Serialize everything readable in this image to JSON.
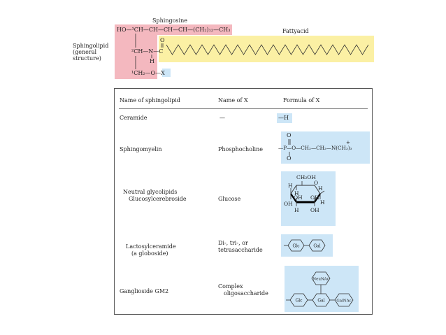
{
  "structure": {
    "side_label_lines": [
      "Sphingolipid",
      "(general",
      "structure)"
    ],
    "sphingosine_label": "Sphingosine",
    "fattyacid_label": "Fattyacid",
    "chain_text": "HO—³CH—CH—CH—CH—(CH₂)₁₂—CH₃",
    "amide_text": "²CH—N—C",
    "h_text": "H",
    "o_text": "O",
    "c1_text": "¹CH₂—O—X"
  },
  "table": {
    "headers": [
      "Name of sphingolipid",
      "Name of X",
      "Formula of X"
    ],
    "rows": [
      {
        "name": "Ceramide",
        "x_name": "—",
        "formula": "—H"
      },
      {
        "name": "Sphingomyelin",
        "x_name": "Phosphocholine",
        "formula": "—P—O—CH₂—CH₂—N(CH₃)₃"
      },
      {
        "name_lines": [
          "Neutral glycolipids",
          "Glucosylcerebroside"
        ],
        "x_name": "Glucose"
      },
      {
        "name_lines": [
          "Lactosylceramide",
          "(a globoside)"
        ],
        "x_name_lines": [
          "Di-, tri-, or",
          "tetrasaccharide"
        ]
      },
      {
        "name": "Ganglioside GM2",
        "x_name_lines": [
          "Complex",
          "oligosaccharide"
        ]
      }
    ],
    "glucose_labels": {
      "ch2oh": "CH₂OH",
      "o": "O",
      "h": "H",
      "oh": "OH"
    },
    "lacto_sugars": [
      "Glc",
      "Gal"
    ],
    "gm2_sugars": [
      "Glc",
      "Gal",
      "GalNAc",
      "NeuNAc"
    ],
    "phospho_labels": {
      "o": "O",
      "plus": "+"
    }
  }
}
